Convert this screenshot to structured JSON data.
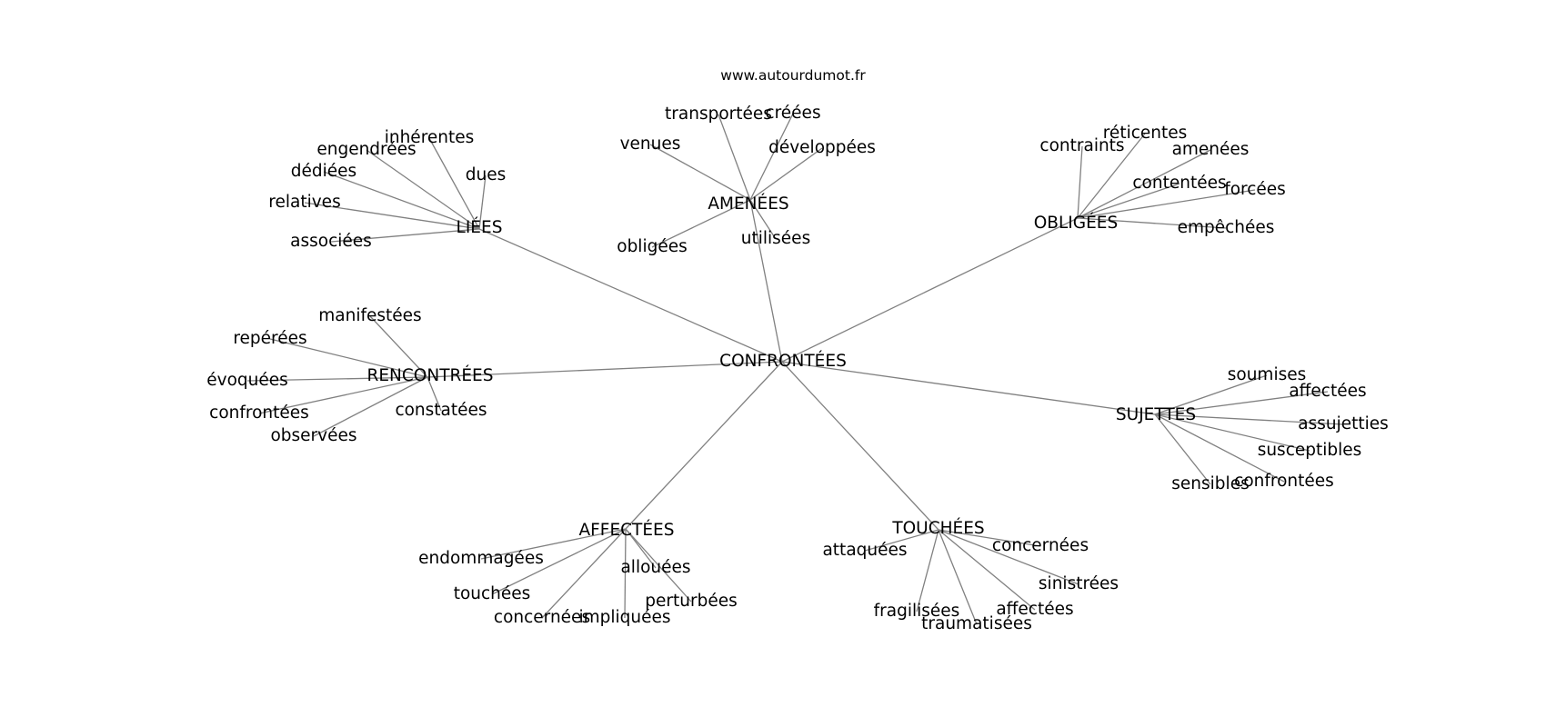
{
  "source": "www.autourdumot.fr",
  "center": "CONFRONTÉES",
  "groups": [
    {
      "label": "LIÉES",
      "words": [
        "inhérentes",
        "engendrées",
        "dédiées",
        "dues",
        "relatives",
        "associées"
      ]
    },
    {
      "label": "AMENÉES",
      "words": [
        "transportées",
        "créées",
        "venues",
        "développées",
        "obligées",
        "utilisées"
      ]
    },
    {
      "label": "OBLIGÉES",
      "words": [
        "réticentes",
        "contraints",
        "amenées",
        "contentées",
        "forcées",
        "empêchées"
      ]
    },
    {
      "label": "RENCONTRÉES",
      "words": [
        "manifestées",
        "repérées",
        "évoquées",
        "confrontées",
        "constatées",
        "observées"
      ]
    },
    {
      "label": "SUJETTES",
      "words": [
        "soumises",
        "affectées",
        "assujetties",
        "susceptibles",
        "sensibles",
        "confrontées"
      ]
    },
    {
      "label": "AFFECTÉES",
      "words": [
        "endommagées",
        "allouées",
        "touchées",
        "perturbées",
        "concernées",
        "impliquées"
      ]
    },
    {
      "label": "TOUCHÉES",
      "words": [
        "attaquées",
        "concernées",
        "sinistrées",
        "affectées",
        "fragilisées",
        "traumatisées"
      ]
    }
  ]
}
